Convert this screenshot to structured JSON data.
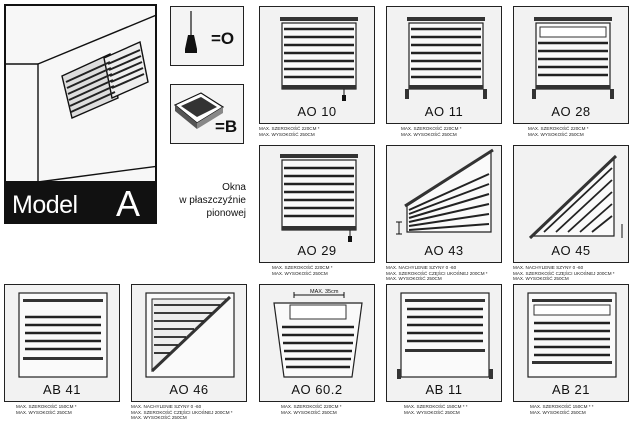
{
  "model": {
    "label": "Model",
    "letter": "A"
  },
  "okna": {
    "line1": "Okna",
    "line2": "w płaszczyźnie",
    "line3": "pionowej"
  },
  "legend": [
    {
      "symbol": "=O"
    },
    {
      "symbol": "=B"
    }
  ],
  "panels": {
    "ao10": {
      "code": "AO 10",
      "spec": [
        "MAX. SZEROKOŚĆ 220cm *",
        "MAX. WYSOKOŚĆ 250cm"
      ]
    },
    "ao11": {
      "code": "AO 11",
      "spec": [
        "MAX. SZEROKOŚĆ 220cm *",
        "MAX. WYSOKOŚĆ 250cm"
      ]
    },
    "ao28": {
      "code": "AO 28",
      "spec": [
        "MAX. SZEROKOŚĆ 220cm *",
        "MAX. WYSOKOŚĆ 250cm"
      ]
    },
    "ao29": {
      "code": "AO 29",
      "spec": [
        "MAX. SZEROKOŚĆ 220cm *",
        "MAX. WYSOKOŚĆ 250cm"
      ]
    },
    "ao43": {
      "code": "AO 43",
      "spec": [
        "MAX. NACHYLENIE SZYNY 0 -60",
        "MAX. SZEROKOŚĆ CZĘŚCI UKOŚNEJ 200cm *",
        "MAX. WYSOKOŚĆ 250cm"
      ]
    },
    "ao45": {
      "code": "AO 45",
      "spec": [
        "MAX. NACHYLENIE SZYNY 0 -60",
        "MAX. SZEROKOŚĆ CZĘŚCI UKOŚNEJ 200cm *",
        "MAX. WYSOKOŚĆ 250cm"
      ]
    },
    "ab41": {
      "code": "AB  41",
      "spec": [
        "MAX. SZEROKOŚĆ 150cm *",
        "MAX. WYSOKOŚĆ 250cm"
      ]
    },
    "ao46": {
      "code": "AO 46",
      "spec": [
        "MAX. NACHYLENIE SZYNY 0 -60",
        "MAX. SZEROKOŚĆ CZĘŚCI UKOŚNEJ 200cm *",
        "MAX. WYSOKOŚĆ 250cm"
      ]
    },
    "ao602": {
      "code": "AO 60.2",
      "dim": "MAX. 35cm",
      "spec": [
        "MAX. SZEROKOŚĆ 220cm *",
        "MAX. WYSOKOŚĆ 250cm"
      ]
    },
    "ab11": {
      "code": "AB 11",
      "spec": [
        "MAX. SZEROKOŚĆ 150cm * *",
        "MAX. WYSOKOŚĆ 250cm"
      ]
    },
    "ab21": {
      "code": "AB 21",
      "spec": [
        "MAX. SZEROKOŚĆ 150cm * *",
        "MAX. WYSOKOŚĆ 250cm"
      ]
    }
  }
}
